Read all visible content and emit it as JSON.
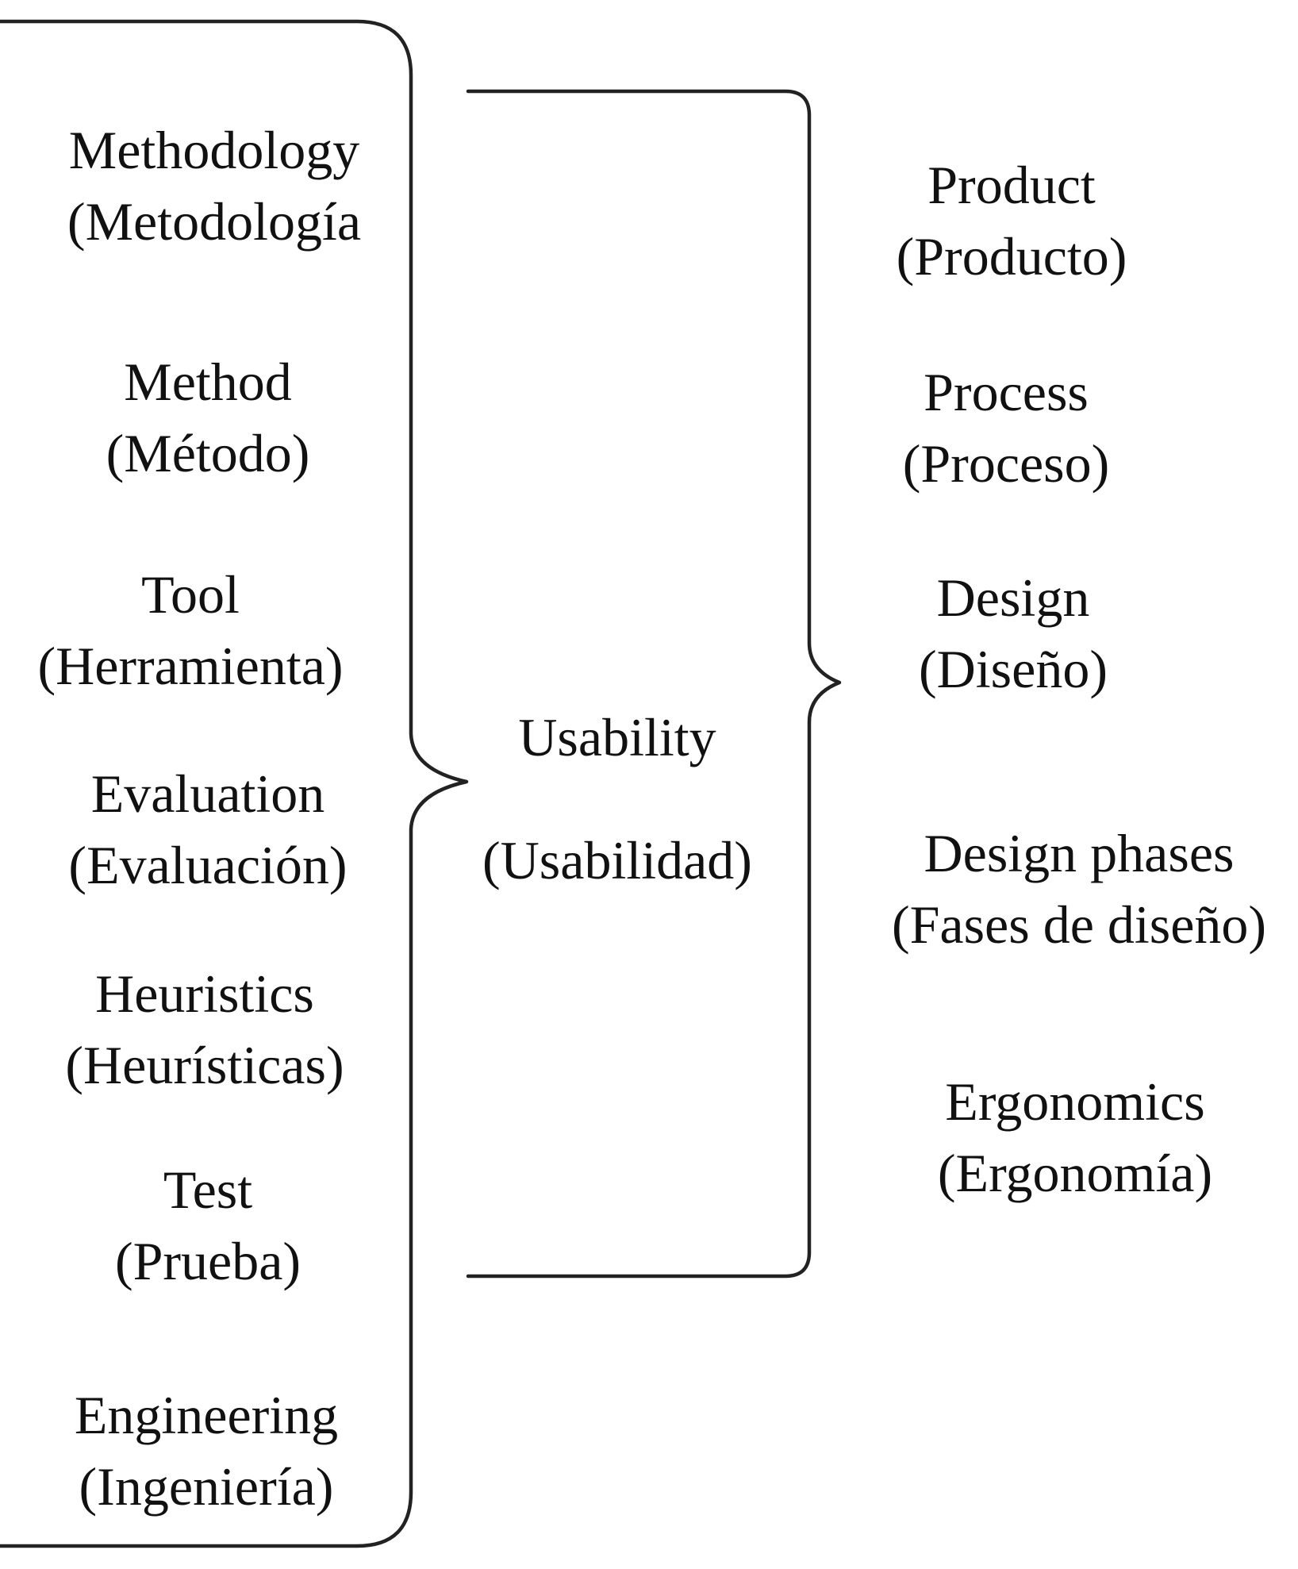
{
  "left_terms": [
    {
      "en": "Methodology",
      "es": "(Metodología"
    },
    {
      "en": "Method",
      "es": "(Método)"
    },
    {
      "en": "Tool",
      "es": "(Herramienta)"
    },
    {
      "en": "Evaluation",
      "es": "(Evaluación)"
    },
    {
      "en": "Heuristics",
      "es": "(Heurísticas)"
    },
    {
      "en": "Test",
      "es": "(Prueba)"
    },
    {
      "en": "Engineering",
      "es": "(Ingeniería)"
    }
  ],
  "center_term": {
    "en": "Usability",
    "es": "(Usabilidad)"
  },
  "right_terms": [
    {
      "en": "Product",
      "es": "(Producto)"
    },
    {
      "en": "Process",
      "es": "(Proceso)"
    },
    {
      "en": "Design",
      "es": "(Diseño)"
    },
    {
      "en": "Design phases",
      "es": "(Fases de diseño)"
    },
    {
      "en": "Ergonomics",
      "es": "(Ergonomía)"
    }
  ]
}
